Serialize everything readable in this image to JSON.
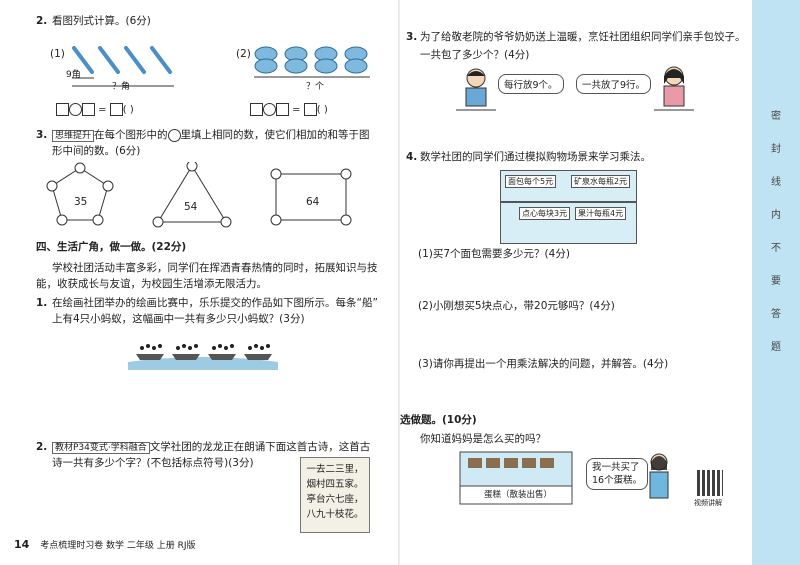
{
  "left": {
    "q2": {
      "num": "2.",
      "text": "看图列式计算。(6分)"
    },
    "q2_fig1": {
      "label": "(1)",
      "bottom_label": "9角",
      "q_label": "？角"
    },
    "q2_fig2": {
      "label": "(2)",
      "q_label": "？个"
    },
    "q2_formula_paren": "(    )",
    "q3": {
      "num": "3.",
      "tag": "思维提升",
      "text": "在每个图形中的",
      "text2": "里填上相同的数，使它们相加的和等于图",
      "line2": "形中间的数。(6分)"
    },
    "q3_shapes": [
      "35",
      "54",
      "64"
    ],
    "section4": "四、生活广角，做一做。(22分)",
    "intro1": "学校社团活动丰富多彩，同学们在挥洒青春热情的同时，拓展知识与技",
    "intro2": "能，收获成长与友谊，为校园生活增添无限活力。",
    "q4_1": {
      "num": "1.",
      "line1": "在绘画社团举办的绘画比赛中，乐乐提交的作品如下图所示。每条“船”",
      "line2": "上有4只小蚂蚁，这幅画中一共有多少只小蚂蚁？(3分)"
    },
    "q4_2": {
      "num": "2.",
      "tag": "教材P34变式·学科融合",
      "line1": "文学社团的龙龙正在朗诵下面这首古诗，这首古",
      "line2": "诗一共有多少个字？(不包括标点符号)(3分)"
    },
    "poem": [
      "一去二三里，",
      "烟村四五家。",
      "亭台六七座，",
      "八九十枝花。"
    ],
    "footer": {
      "page": "14",
      "text": "考点梳理时习卷  数学  二年级  上册  RJ版"
    }
  },
  "right": {
    "q3": {
      "num": "3.",
      "line1": "为了给敬老院的爷爷奶奶送上温暖，烹饪社团组织同学们亲手包饺子。",
      "line2": "一共包了多少个？(4分)"
    },
    "bubble1": "每行放9个。",
    "bubble2": "一共放了9行。",
    "q4": {
      "num": "4.",
      "text": "数学社团的同学们通过模拟购物场景来学习乘法。"
    },
    "shop": {
      "bread": "面包每个5元",
      "water": "矿泉水每瓶2元",
      "snack": "点心每块3元",
      "juice": "果汁每瓶4元"
    },
    "q4_sub": [
      "(1)买7个面包需要多少元？(4分)",
      "(2)小刚想买5块点心，带20元够吗？(4分)",
      "(3)请你再提出一个用乘法解决的问题，并解答。(4分)"
    ],
    "optional": {
      "title": "选做题。(10分)",
      "text": "你知道妈妈是怎么买的吗？",
      "bubble": [
        "我一共买了",
        "16个蛋糕。"
      ],
      "counter": "蛋糕（散装出售）",
      "qr_label": "视频讲解"
    },
    "strip": [
      "密",
      "封",
      "线",
      "内",
      "不",
      "要",
      "答",
      "题"
    ]
  }
}
